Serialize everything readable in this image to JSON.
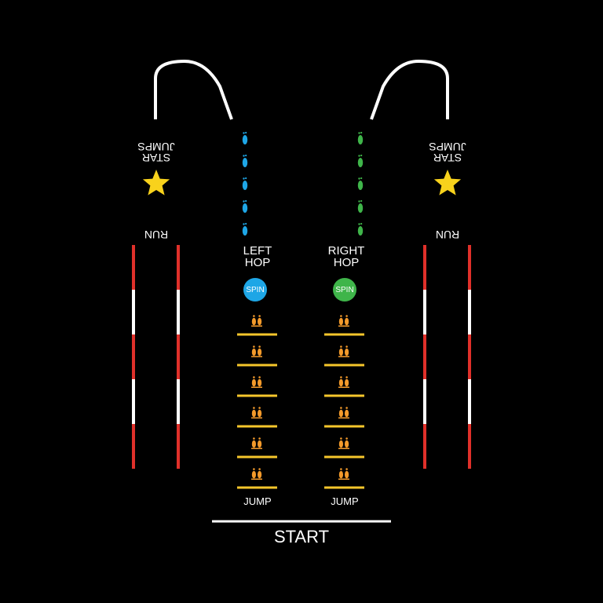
{
  "labels": {
    "start": "START",
    "jump": "JUMP",
    "spin": "SPIN",
    "run": "RUN",
    "left_hop": [
      "LEFT",
      "HOP"
    ],
    "right_hop": [
      "RIGHT",
      "HOP"
    ],
    "star_jumps": [
      "STAR",
      "JUMPS"
    ]
  },
  "colors": {
    "background": "#000000",
    "line": "#ffffff",
    "run_red": "#e0302a",
    "rung_yellow": "#f6c62b",
    "feet_orange": "#f39a2b",
    "left_blue": "#1ea6e6",
    "right_green": "#3fb54a",
    "star_yellow": "#f8d21c"
  },
  "icons": {
    "feet": "pair-of-feet-icon",
    "footprint": "footprint-icon",
    "star": "star-icon"
  }
}
